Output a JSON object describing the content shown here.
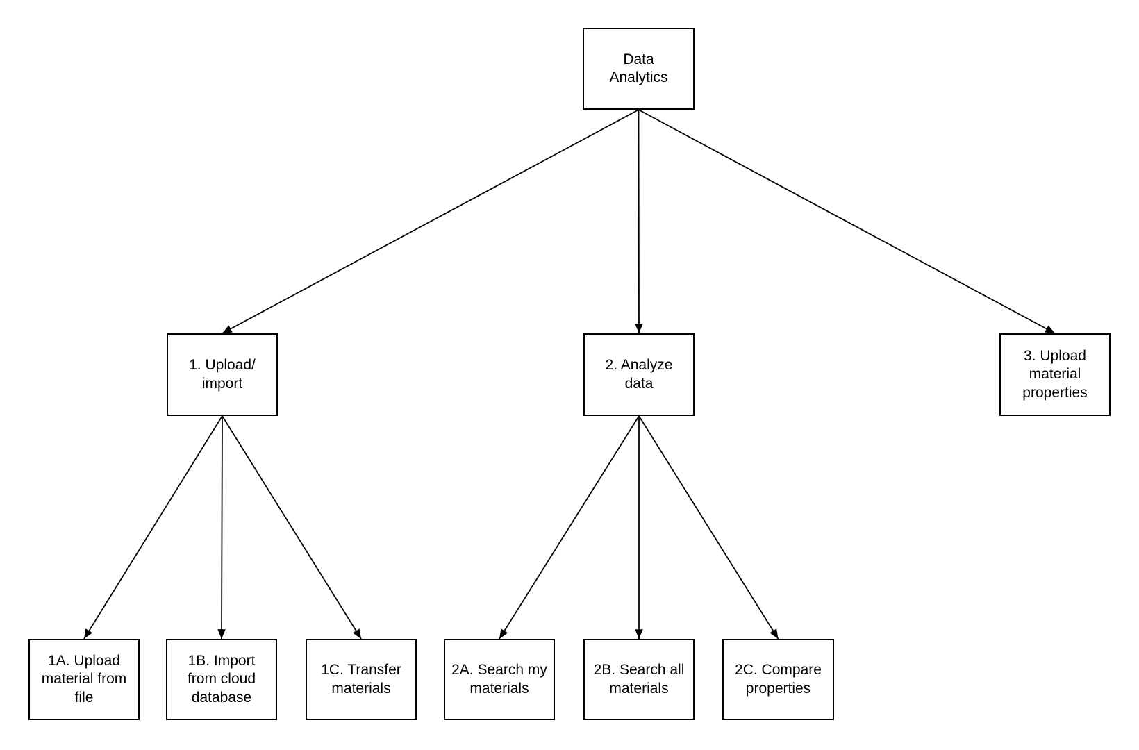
{
  "nodes": {
    "root": {
      "label": "Data\nAnalytics"
    },
    "n1": {
      "label": "1. Upload/\nimport"
    },
    "n2": {
      "label": "2. Analyze\ndata"
    },
    "n3": {
      "label": "3. Upload\nmaterial\nproperties"
    },
    "n1a": {
      "label": "1A. Upload\nmaterial from\nfile"
    },
    "n1b": {
      "label": "1B. Import\nfrom cloud\ndatabase"
    },
    "n1c": {
      "label": "1C. Transfer\nmaterials"
    },
    "n2a": {
      "label": "2A. Search my\nmaterials"
    },
    "n2b": {
      "label": "2B. Search all\nmaterials"
    },
    "n2c": {
      "label": "2C. Compare\nproperties"
    }
  },
  "edges": [
    {
      "from": "root",
      "to": "n1"
    },
    {
      "from": "root",
      "to": "n2"
    },
    {
      "from": "root",
      "to": "n3"
    },
    {
      "from": "n1",
      "to": "n1a"
    },
    {
      "from": "n1",
      "to": "n1b"
    },
    {
      "from": "n1",
      "to": "n1c"
    },
    {
      "from": "n2",
      "to": "n2a"
    },
    {
      "from": "n2",
      "to": "n2b"
    },
    {
      "from": "n2",
      "to": "n2c"
    }
  ],
  "colors": {
    "stroke": "#000000",
    "background": "#ffffff",
    "text": "#000000"
  }
}
